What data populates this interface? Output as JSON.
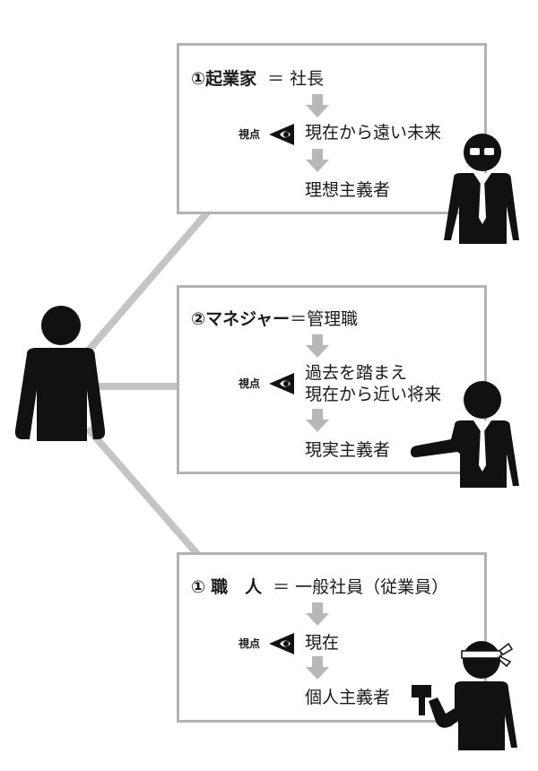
{
  "roles": [
    {
      "number": "①",
      "role": "起業家",
      "equals": "＝",
      "title": "社長",
      "viewpoint_label": "視点",
      "viewpoint_lines": [
        "現在から遠い未来"
      ],
      "result": "理想主義者"
    },
    {
      "number": "②",
      "role": "マネジャー",
      "equals": "＝",
      "title": "管理職",
      "viewpoint_label": "視点",
      "viewpoint_lines": [
        "過去を踏まえ",
        "現在から近い将来"
      ],
      "result": "現実主義者"
    },
    {
      "number": "①",
      "role": "職　人",
      "equals": "＝",
      "title": "一般社員（従業員）",
      "viewpoint_label": "視点",
      "viewpoint_lines": [
        "現在"
      ],
      "result": "個人主義者"
    }
  ],
  "colors": {
    "connector": "#c4c4c4",
    "box_border": "#b3b3b3",
    "arrow": "#b8b8b8",
    "figure": "#111111"
  }
}
